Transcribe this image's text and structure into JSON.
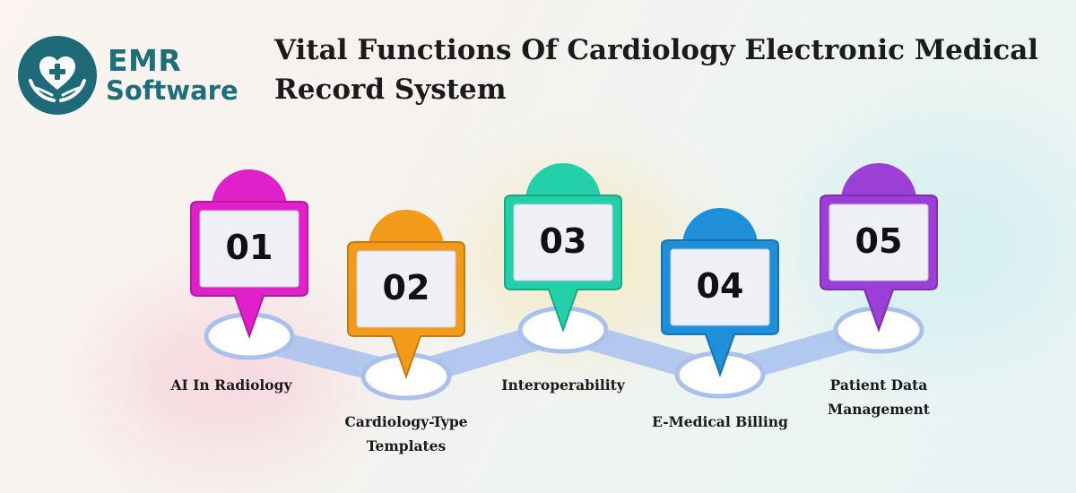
{
  "logo": {
    "line1": "EMR",
    "line2": "Software",
    "brand_color": "#1e6a78"
  },
  "title": {
    "line1": "Vital Functions Of Cardiology Electronic Medical",
    "line2": "Record System"
  },
  "steps": [
    {
      "number": "01",
      "label_lines": [
        "AI In Radiology"
      ],
      "color": "#e020c8"
    },
    {
      "number": "02",
      "label_lines": [
        "Cardiology-Type",
        "Templates"
      ],
      "color": "#f29a1a"
    },
    {
      "number": "03",
      "label_lines": [
        "Interoperability"
      ],
      "color": "#22cfa8"
    },
    {
      "number": "04",
      "label_lines": [
        "E-Medical Billing"
      ],
      "color": "#1e8fd8"
    },
    {
      "number": "05",
      "label_lines": [
        "Patient Data",
        "Management"
      ],
      "color": "#9b3fd6"
    }
  ]
}
